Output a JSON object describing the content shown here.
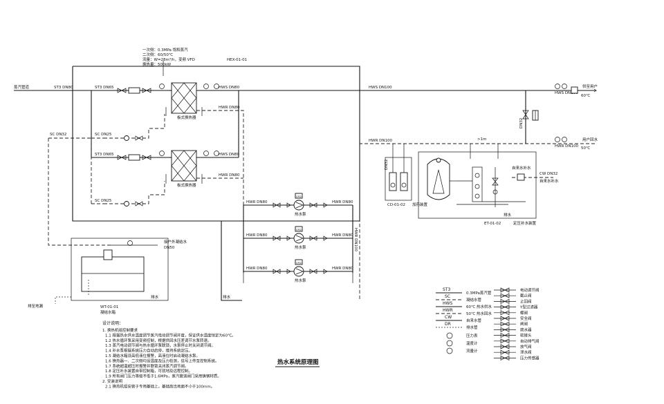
{
  "pipes": {
    "st3_main": "ST3 DN80",
    "st3_branch": "ST3 DN65",
    "sc_main": "SC DN32",
    "sc_branch": "SC DN25",
    "hws_hx": "HWS DN80",
    "hwr_hx": "HWR DN80",
    "hws_main": "HWS DN100",
    "hwr_main": "HWR DN100",
    "hwr_pump": "HWR DN80",
    "cw": "CW DN32",
    "condensate_tank": "DN50",
    "expansion_pipe": "DN32"
  },
  "equipment": {
    "hx_tag": "HEX-01-01",
    "hx_label": "板式换热器",
    "pump_label": "热水泵",
    "pump_tag": "VFD",
    "expansion_tag": "ET-01-02",
    "expansion_label": "定压补水装置",
    "dosing_tag": "CD-01-02",
    "dosing_label": "加药装置",
    "condensate_tag": "WT-01-01",
    "condensate_label": "凝结水箱",
    "height_note": ">1m"
  },
  "hx_specs": [
    "一次侧：0.3MPa 饱和蒸汽",
    "二次侧：60/50℃",
    "流量：W=28m³/h，变频 VFD",
    "换热量：500kW"
  ],
  "flow_labels": {
    "steam_source": "蒸汽管道",
    "to_users_supply": "供至用户",
    "from_users_return": "用户回水",
    "temp_supply": "60℃",
    "temp_return": "50℃",
    "cw_source": "自来水补水",
    "condensate_out": "接户外凝结水",
    "drain": "排水",
    "drain_floor": "排至地漏"
  },
  "legend_lines": [
    {
      "code": "ST3",
      "desc": "0.3MPa蒸汽管"
    },
    {
      "code": "SC",
      "desc": "凝结水管"
    },
    {
      "code": "HWS",
      "desc": "60℃ 热水供水"
    },
    {
      "code": "HWR",
      "desc": "50℃ 热水回水"
    },
    {
      "code": "CW",
      "desc": "自来水管"
    },
    {
      "code": "DR",
      "desc": "排水管"
    }
  ],
  "legend_instruments": [
    "压力表",
    "温度计",
    "流量计"
  ],
  "legend_symbols": [
    "电动调节阀",
    "截止阀",
    "止回阀",
    "Y型过滤器",
    "蝶阀",
    "安全阀",
    "闸阀",
    "疏水器",
    "软接头",
    "自动排气阀",
    "放气阀",
    "泄水阀",
    "压力传感器"
  ],
  "notes_title": "设计说明：",
  "notes": [
    "1. 换热机组控制要求",
    "1.1 根据热水供水温度调节蒸汽电动调节阀开度，保证供水温度恒定为60℃。",
    "1.2 热水循环泵采用变频控制，根据供回水压差调节水泵转速。",
    "1.3 蒸汽电动调节阀与热水循环泵联锁，水泵停止时关闭调节阀。",
    "1.4 补水泵根据系统压力自动启停，维持系统定压。",
    "1.5 凝结水箱设高低液位报警，高液位时启动凝结水泵。",
    "1.6 换热器一、二次侧均设温度及压力检测，信号上传至控制系统。",
    "1.7 系统超温超压时报警并联锁关闭蒸汽调节阀。",
    "1.8 定压补水装置自带控制箱，可就地及远程控制。",
    "1.9 所有阀门压力等级不低于1.6MPa，蒸汽管道阀门采用铸钢材质。",
    "2. 安装说明",
    "2.1 换热机组安装于专用基础上，基础高出地面不小于100mm。"
  ],
  "drawing_title": "热水系统原理图"
}
